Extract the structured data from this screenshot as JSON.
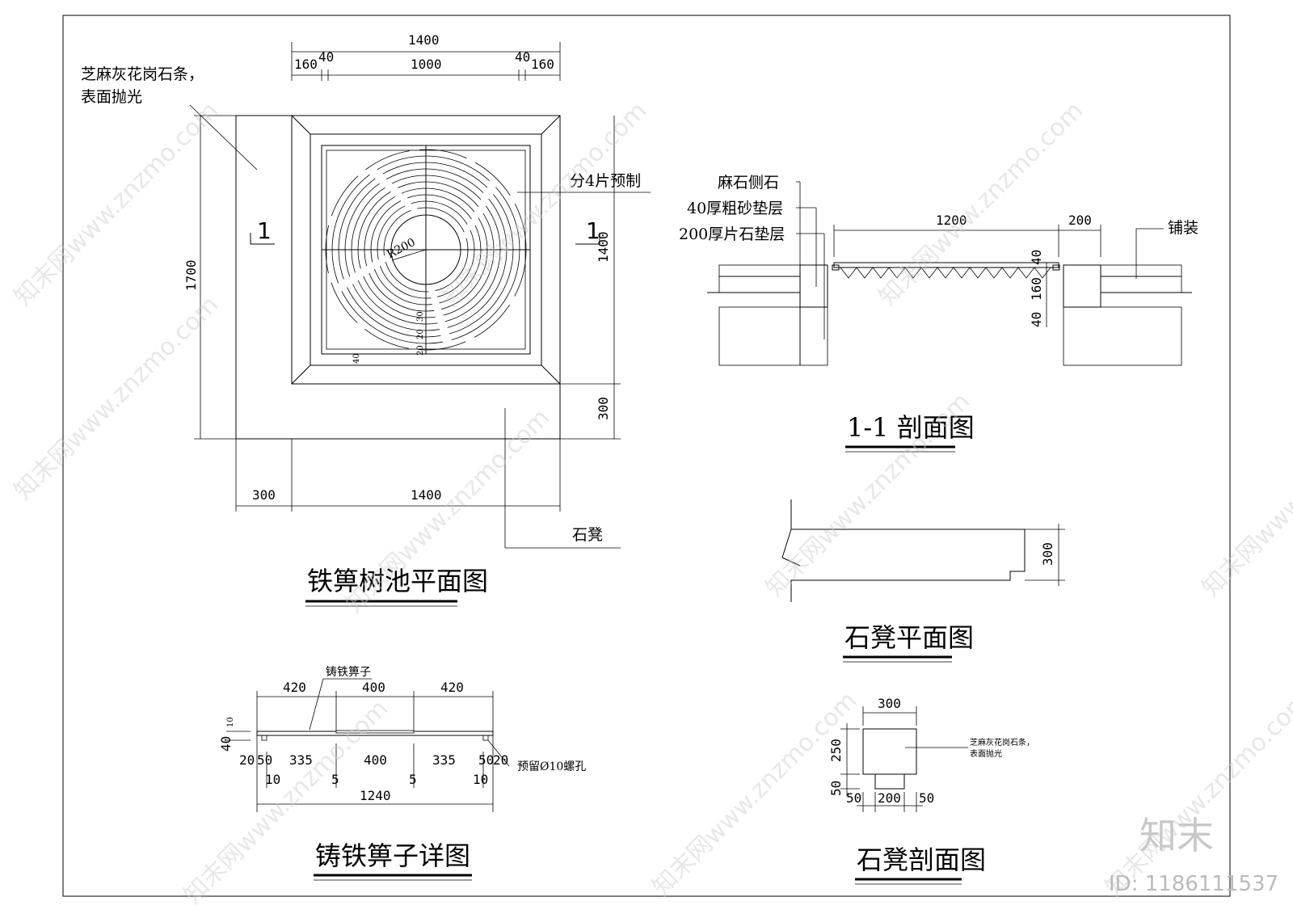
{
  "plan": {
    "title": "铁箅树池平面图",
    "label_material_1": "芝麻灰花岗石条，",
    "label_material_2": "表面抛光",
    "label_precast": "分4片预制",
    "label_bench": "石凳",
    "radius_label": "R200",
    "section_mark": "1",
    "dims": {
      "top_total": "1400",
      "top_160_left": "160",
      "top_40_left": "40",
      "top_1000": "1000",
      "top_40_right": "40",
      "top_160_right": "160",
      "left_1700": "1700",
      "right_1400": "1400",
      "right_300": "300",
      "bottom_300": "300",
      "bottom_1400": "1400",
      "inner_40": "40",
      "inner_20a": "20",
      "inner_20b": "20",
      "inner_30": "30"
    }
  },
  "section": {
    "title": "1-1 剖面图",
    "layers": [
      "麻石侧石",
      "40厚粗砂垫层",
      "200厚片石垫层"
    ],
    "label_paving": "铺装",
    "dims": {
      "d1200": "1200",
      "d200": "200",
      "d40a": "40",
      "d160": "160",
      "d40b": "40"
    }
  },
  "bench_plan": {
    "title": "石凳平面图",
    "dim_300": "300"
  },
  "grate": {
    "title": "铸铁箅子详图",
    "label_top": "铸铁箅子",
    "label_hole": "预留Ø10螺孔",
    "dims_top": [
      "420",
      "400",
      "420"
    ],
    "dims_left": [
      "10",
      "40"
    ],
    "dims_mid": [
      "20",
      "50",
      "335",
      "400",
      "335",
      "50",
      "20"
    ],
    "dims_low": [
      "10",
      "5",
      "5",
      "10"
    ],
    "dim_total": "1240"
  },
  "bench_section": {
    "title": "石凳剖面图",
    "label_material_1": "芝麻灰花岗石条，",
    "label_material_2": "表面抛光",
    "dim_top": "300",
    "dim_250": "250",
    "dim_50_side": "50",
    "dims_bottom": [
      "50",
      "200",
      "50"
    ]
  },
  "watermark": {
    "text": "知末网www.znzmo.com",
    "logo": "知末",
    "id_label": "ID: 1186111537"
  }
}
